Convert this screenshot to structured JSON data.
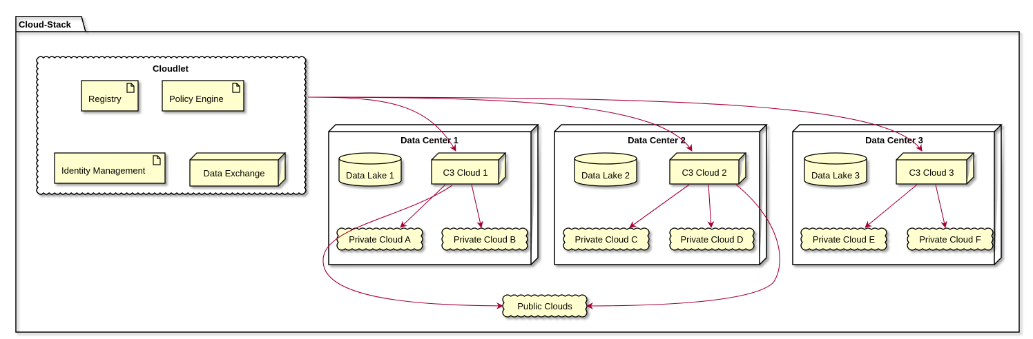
{
  "package": {
    "label": "Cloud-Stack"
  },
  "cloudlet": {
    "title": "Cloudlet",
    "registry": "Registry",
    "policy_engine": "Policy Engine",
    "identity_management": "Identity Management",
    "data_exchange": "Data Exchange"
  },
  "data_centers": [
    {
      "title": "Data Center 1",
      "lake": "Data Lake 1",
      "cloud": "C3 Cloud 1",
      "private_a": "Private Cloud A",
      "private_b": "Private Cloud B"
    },
    {
      "title": "Data Center 2",
      "lake": "Data Lake 2",
      "cloud": "C3 Cloud 2",
      "private_a": "Private Cloud C",
      "private_b": "Private Cloud D"
    },
    {
      "title": "Data Center 3",
      "lake": "Data Lake 3",
      "cloud": "C3 Cloud 3",
      "private_a": "Private Cloud E",
      "private_b": "Private Cloud F"
    }
  ],
  "public_clouds": "Public Clouds",
  "colors": {
    "element_fill": "#FEFECE",
    "border": "#000000",
    "arrow": "#A80036",
    "shadow": "#cccccc"
  }
}
